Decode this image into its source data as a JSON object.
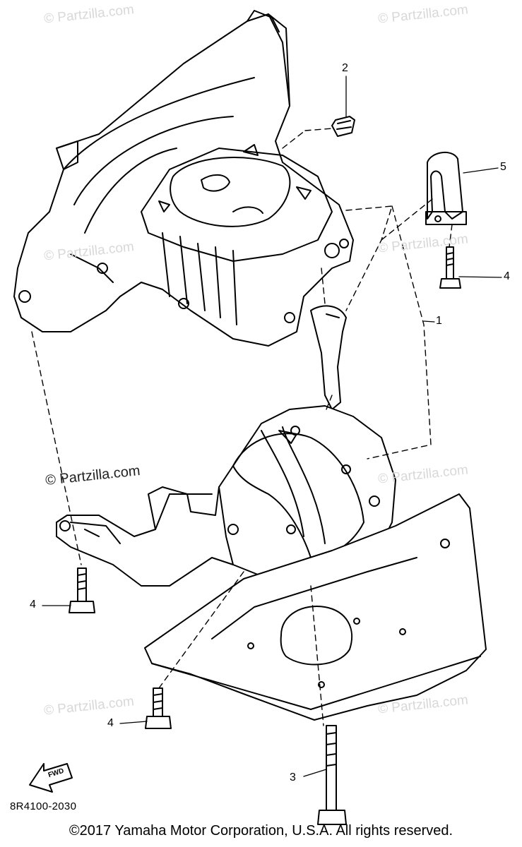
{
  "watermark": {
    "text": "© Partzilla.com"
  },
  "callouts": {
    "c1": "1",
    "c2": "2",
    "c3": "3",
    "c4a": "4",
    "c4b": "4",
    "c4c": "4",
    "c5": "5"
  },
  "fwd_arrow": {
    "label": "FWD"
  },
  "part_code": "8R4100-2030",
  "copyright": "©2017 Yamaha Motor Corporation, U.S.A. All rights reserved."
}
